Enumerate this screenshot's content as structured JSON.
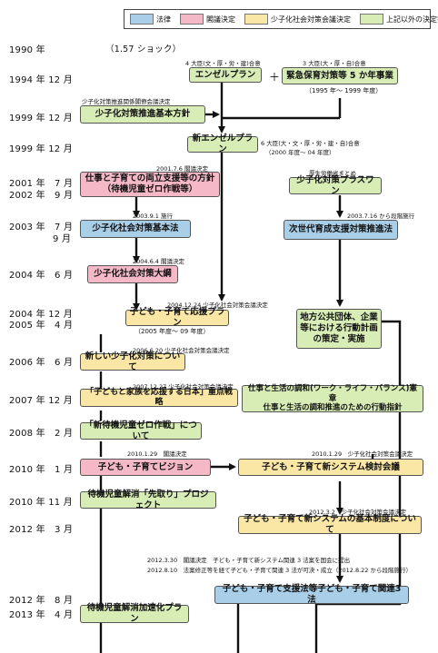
{
  "legend": [
    {
      "label": "法律",
      "color": "#a9cfe8"
    },
    {
      "label": "閣議決定",
      "color": "#f4b8c6"
    },
    {
      "label": "少子化社会対策会議決定",
      "color": "#fbe7a5"
    },
    {
      "label": "上記以外の決定等",
      "color": "#d8ecb6"
    }
  ],
  "dates": {
    "d1990": "1990 年",
    "d1994": "1994 年 12 月",
    "d1999a": "1999 年 12 月",
    "d1999b": "1999 年 12 月",
    "d2001": "2001 年　7 月",
    "d2002": "2002 年　9 月",
    "d2003a": "2003 年　7 月",
    "d2003b": "9 月",
    "d2004a": "2004 年　6 月",
    "d2004b": "2004 年 12 月",
    "d2005": "2005 年　4 月",
    "d2006": "2006 年　6 月",
    "d2007": "2007 年 12 月",
    "d2008": "2008 年　2 月",
    "d2010a": "2010 年　1 月",
    "d2010b": "2010 年 11 月",
    "d2012a": "2012 年　3 月",
    "d2012b": "2012 年　8 月",
    "d2013": "2013 年　4 月"
  },
  "shock": "（1.57 ショック）",
  "boxes": {
    "angel": "エンゼルプラン",
    "hoiku": "緊急保育対策等 5 か年事業",
    "kihon": "少子化対策推進基本方針",
    "newangel": "新エンゼルプラン",
    "ryoritsu1": "仕事と子育ての両立支援等の方針",
    "ryoritsu2": "（待機児童ゼロ作戦等）",
    "plusone": "少子化対策プラスワン",
    "kihonho": "少子化社会対策基本法",
    "jisedai": "次世代育成支援対策推進法",
    "taiko": "少子化社会対策大綱",
    "oen": "子ども・子育て応援プラン",
    "chiho1": "地方公共団体、企業",
    "chiho2": "等における行動計画",
    "chiho3": "の策定・実施",
    "atarashii": "新しい少子化対策について",
    "senryaku": "「子どもと家族を応援する日本」重点戦略",
    "wlb1": "仕事と生活の調和(ワーク・ライフ・バランス)憲章",
    "wlb2": "仕事と生活の調和推進のための行動指針",
    "shintaiki": "「新待機児童ゼロ作戦」について",
    "vision": "子ども・子育てビジョン",
    "kentou": "子ども・子育て新システム検討会議",
    "sakidori": "待機児童解消「先取り」プロジェクト",
    "seido": "子ども・子育て新システムの基本制度について",
    "kanren": "子ども・子育て支援法等子ども・子育て関連3法",
    "kasoku": "待機児童解消加速化プラン"
  },
  "notes": {
    "n_angel": "4 大臣(文・厚・労・建)合意",
    "n_hoiku": "3 大臣(大・厚・自)合意",
    "n_hoiku_period": "（1995 年〜 1999 年度）",
    "n_kihon": "少子化対策推進関係閣僚会議決定",
    "n_newangel1": "6 大臣(大・文・厚・労・建・自)合意",
    "n_newangel2": "（2000 年度〜 04 年度）",
    "n_ryoritsu": "2001.7.6 閣議決定",
    "n_plusone": "厚生労働省まとめ",
    "n_kihonho": "2003.9.1 施行",
    "n_jisedai": "2003.7.16 から段階施行",
    "n_taiko": "2004.6.4 閣議決定",
    "n_oen": "2004.12.24 少子化社会対策会議決定",
    "n_oen_period": "（2005 年度〜 09 年度）",
    "n_atarashii": "2006.6.20 少子化社会対策会議決定",
    "n_senryaku": "2007.12.27 少子化社会対策会議決定",
    "n_vision": "2010.1.29　閣議決定",
    "n_kentou": "2010.1.29　少子化社会対策会議決定",
    "n_seido": "2012.3.2　少子化社会対策会議決定",
    "n_2012a": "2012.3.30　閣議決定　子ども・子育て新システム関連 3 法案を国会に提出",
    "n_2012b": "2012.8.10　法案修正等を経て子ども・子育て関連 3 法が可決・成立（2012.8.22 から段階施行）"
  }
}
